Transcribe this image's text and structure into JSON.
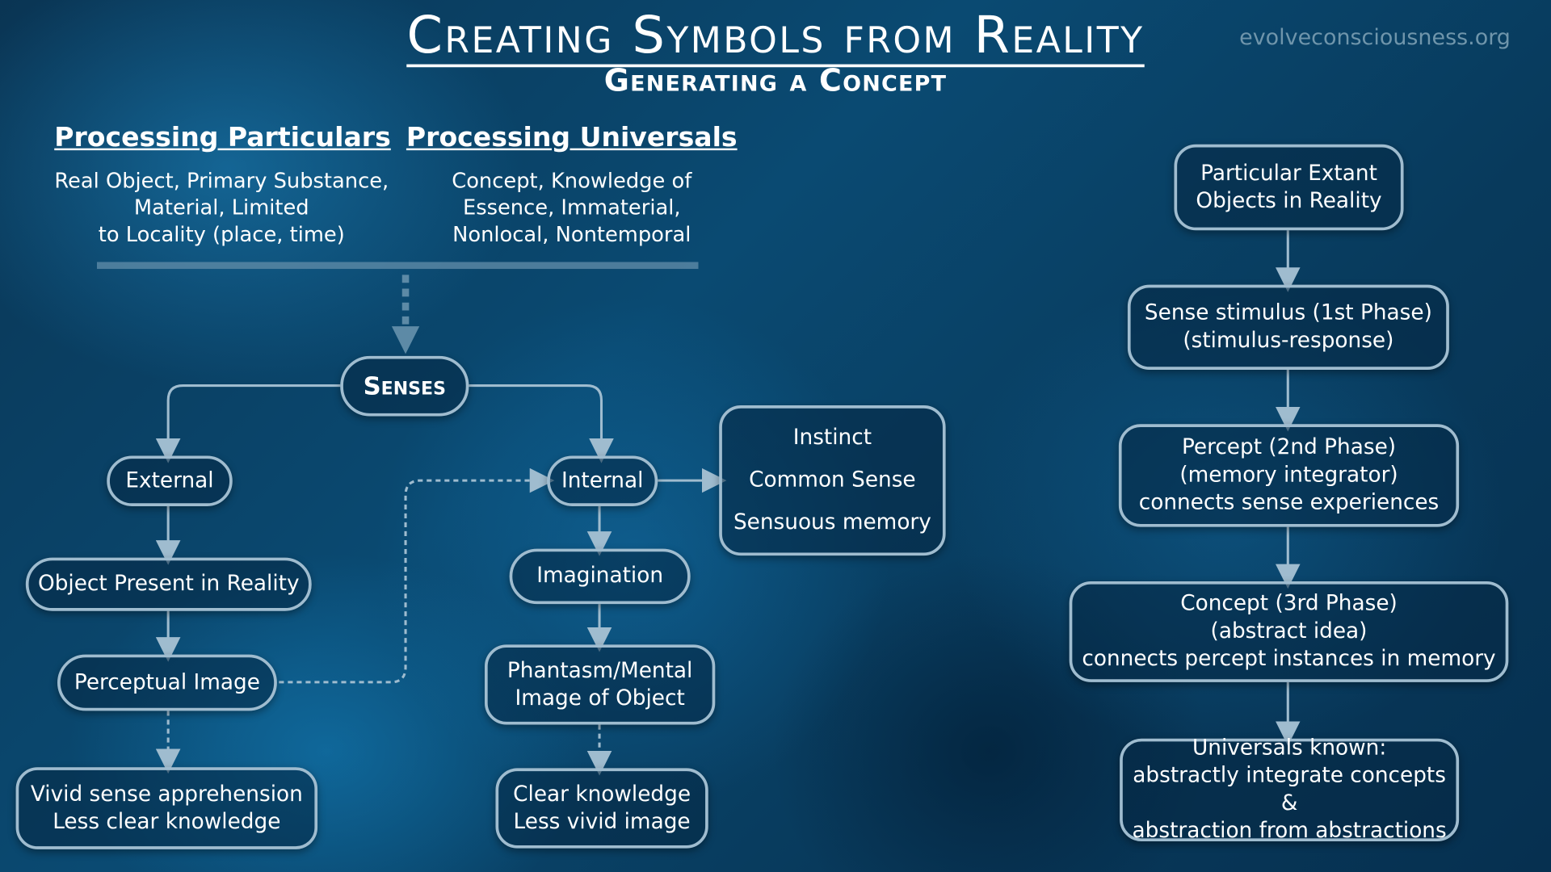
{
  "title": "Creating Symbols from Reality",
  "subtitle": "Generating a Concept",
  "website": "evolveconsciousness.org",
  "particulars": {
    "heading": "Processing Particulars",
    "lines": [
      "Real Object, Primary Substance,",
      "Material, Limited",
      "to Locality (place, time)"
    ]
  },
  "universals": {
    "heading": "Processing Universals",
    "lines": [
      "Concept, Knowledge of",
      "Essence, Immaterial,",
      "Nonlocal, Nontemporal"
    ]
  },
  "nodes": {
    "senses": "Senses",
    "external": "External",
    "internal": "Internal",
    "internal_faculties": [
      "Instinct",
      "Common Sense",
      "Sensuous memory"
    ],
    "object_present": "Object Present in Reality",
    "perceptual_image": "Perceptual Image",
    "vivid": [
      "Vivid sense apprehension",
      "Less clear knowledge"
    ],
    "imagination": "Imagination",
    "phantasm": [
      "Phantasm/Mental",
      "Image of Object"
    ],
    "clear": [
      "Clear knowledge",
      "Less vivid image"
    ]
  },
  "phases": [
    [
      "Particular Extant",
      "Objects in Reality"
    ],
    [
      "Sense stimulus (1st Phase)",
      "(stimulus-response)"
    ],
    [
      "Percept (2nd Phase)",
      "(memory integrator)",
      "connects sense experiences"
    ],
    [
      "Concept (3rd Phase)",
      "(abstract idea)",
      "connects percept instances in memory"
    ],
    [
      "Universals known:",
      "abstractly integrate concepts &",
      "abstraction from abstractions"
    ]
  ],
  "colors": {
    "line": "#9fbccf",
    "url": "#6f95ab"
  }
}
